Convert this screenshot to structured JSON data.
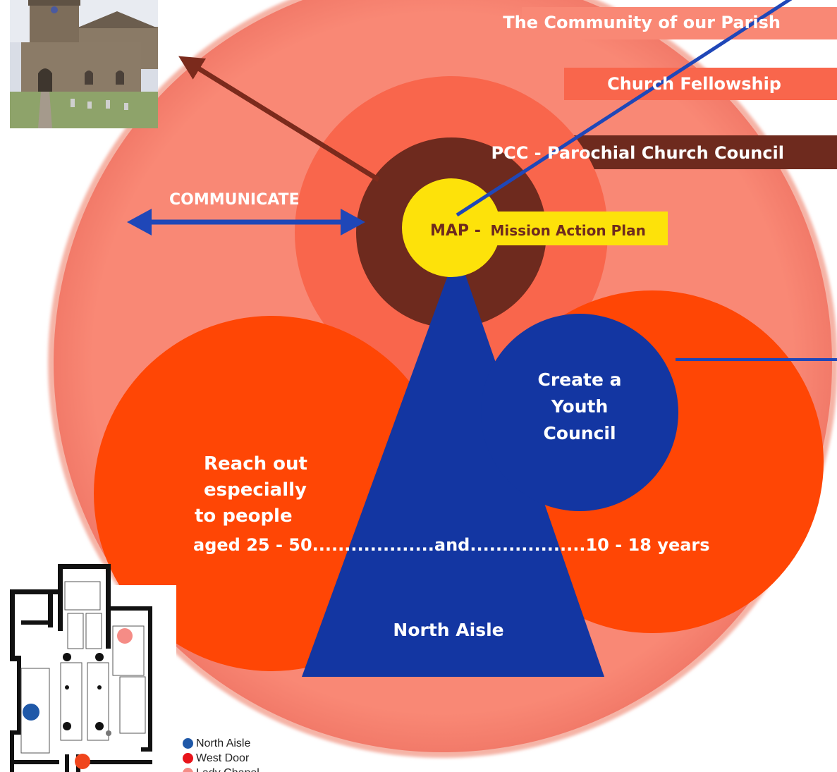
{
  "bands": {
    "community": "The Community of our Parish",
    "fellowship": "Church Fellowship",
    "pcc": "PCC - Parochial Church Council"
  },
  "center": {
    "map_strong": "MAP -",
    "map_rest": "Mission Action Plan"
  },
  "communicate": "COMMUNICATE",
  "youth": [
    "Create a",
    "Youth",
    "Council"
  ],
  "reach": [
    "Reach out",
    "especially",
    "to people"
  ],
  "ages_line": {
    "left": "aged 25 - 50",
    "dots1": "...................",
    "and": "and",
    "dots2": "..................",
    "right": "10 - 18 years"
  },
  "north_aisle_label": "North Aisle",
  "legend": [
    {
      "label": "North Aisle",
      "color": "#1f58a8"
    },
    {
      "label": "West Door",
      "color": "#e8141a"
    },
    {
      "label": "Lady Chapel",
      "color": "#f58c86"
    }
  ],
  "colors": {
    "outer_circle": "#f98875",
    "fellowship": "#f9664c",
    "pcc": "#6e2a1e",
    "map": "#fde20a",
    "orange": "#ff4605",
    "blue": "#1336a2",
    "arrow_blue": "#1f47b8",
    "arrow_brown": "#7b2a1c"
  }
}
